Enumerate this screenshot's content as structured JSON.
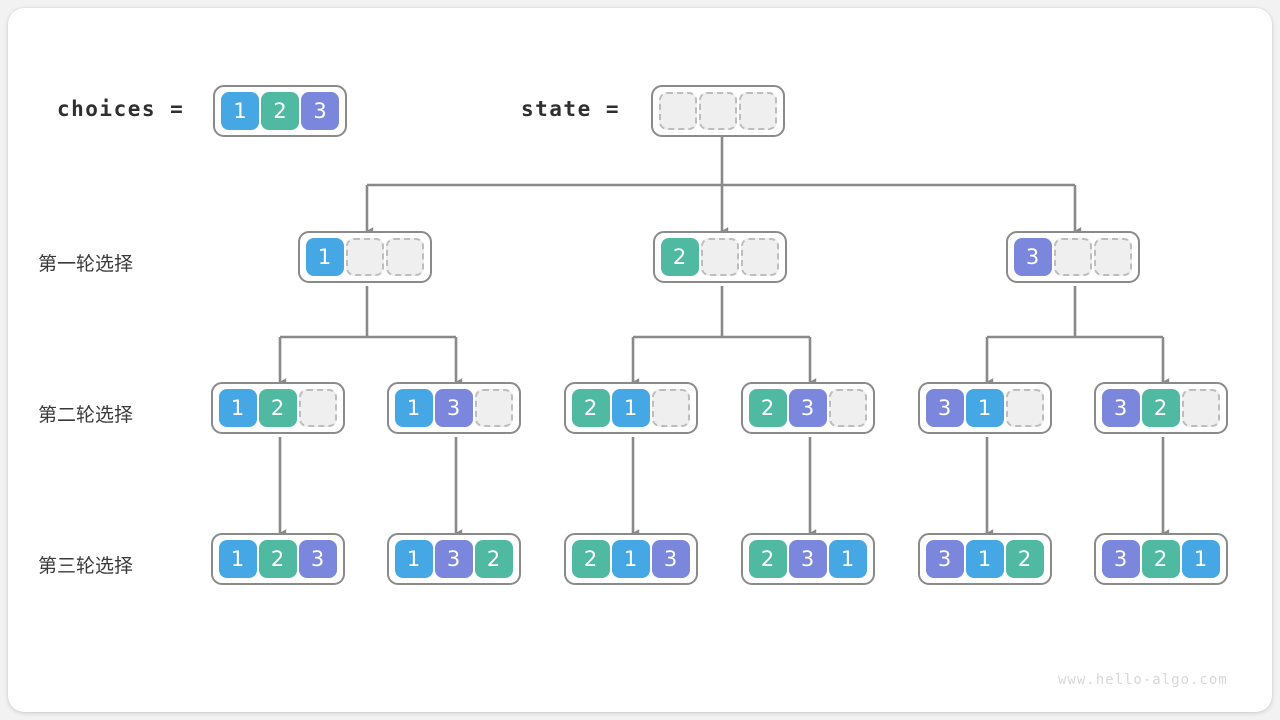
{
  "diagram": {
    "title": "permutation-backtracking-tree",
    "watermark": "www.hello-algo.com",
    "colors": {
      "value_1": "#45a7e4",
      "value_2": "#4fb9a2",
      "value_3": "#7b86dd",
      "empty_fill": "#efefef",
      "empty_border": "#bdbdbd",
      "array_border": "#8a8a8a",
      "wire": "#8a8a8a",
      "card_bg": "#ffffff",
      "page_bg": "#f2f2f2",
      "label_text": "#3a3a3a"
    }
  },
  "header": {
    "choices_label": "choices =",
    "choices_values": [
      "1",
      "2",
      "3"
    ],
    "state_label": "state =",
    "state_values": [
      "",
      "",
      ""
    ]
  },
  "rows": [
    {
      "label": "第一轮选择",
      "nodes": [
        {
          "name": "node-r1-1",
          "values": [
            "1",
            "",
            ""
          ]
        },
        {
          "name": "node-r1-2",
          "values": [
            "2",
            "",
            ""
          ]
        },
        {
          "name": "node-r1-3",
          "values": [
            "3",
            "",
            ""
          ]
        }
      ]
    },
    {
      "label": "第二轮选择",
      "nodes": [
        {
          "name": "node-r2-1",
          "values": [
            "1",
            "2",
            ""
          ]
        },
        {
          "name": "node-r2-2",
          "values": [
            "1",
            "3",
            ""
          ]
        },
        {
          "name": "node-r2-3",
          "values": [
            "2",
            "1",
            ""
          ]
        },
        {
          "name": "node-r2-4",
          "values": [
            "2",
            "3",
            ""
          ]
        },
        {
          "name": "node-r2-5",
          "values": [
            "3",
            "1",
            ""
          ]
        },
        {
          "name": "node-r2-6",
          "values": [
            "3",
            "2",
            ""
          ]
        }
      ]
    },
    {
      "label": "第三轮选择",
      "nodes": [
        {
          "name": "node-r3-1",
          "values": [
            "1",
            "2",
            "3"
          ]
        },
        {
          "name": "node-r3-2",
          "values": [
            "1",
            "3",
            "2"
          ]
        },
        {
          "name": "node-r3-3",
          "values": [
            "2",
            "1",
            "3"
          ]
        },
        {
          "name": "node-r3-4",
          "values": [
            "2",
            "3",
            "1"
          ]
        },
        {
          "name": "node-r3-5",
          "values": [
            "3",
            "1",
            "2"
          ]
        },
        {
          "name": "node-r3-6",
          "values": [
            "3",
            "2",
            "1"
          ]
        }
      ]
    }
  ]
}
